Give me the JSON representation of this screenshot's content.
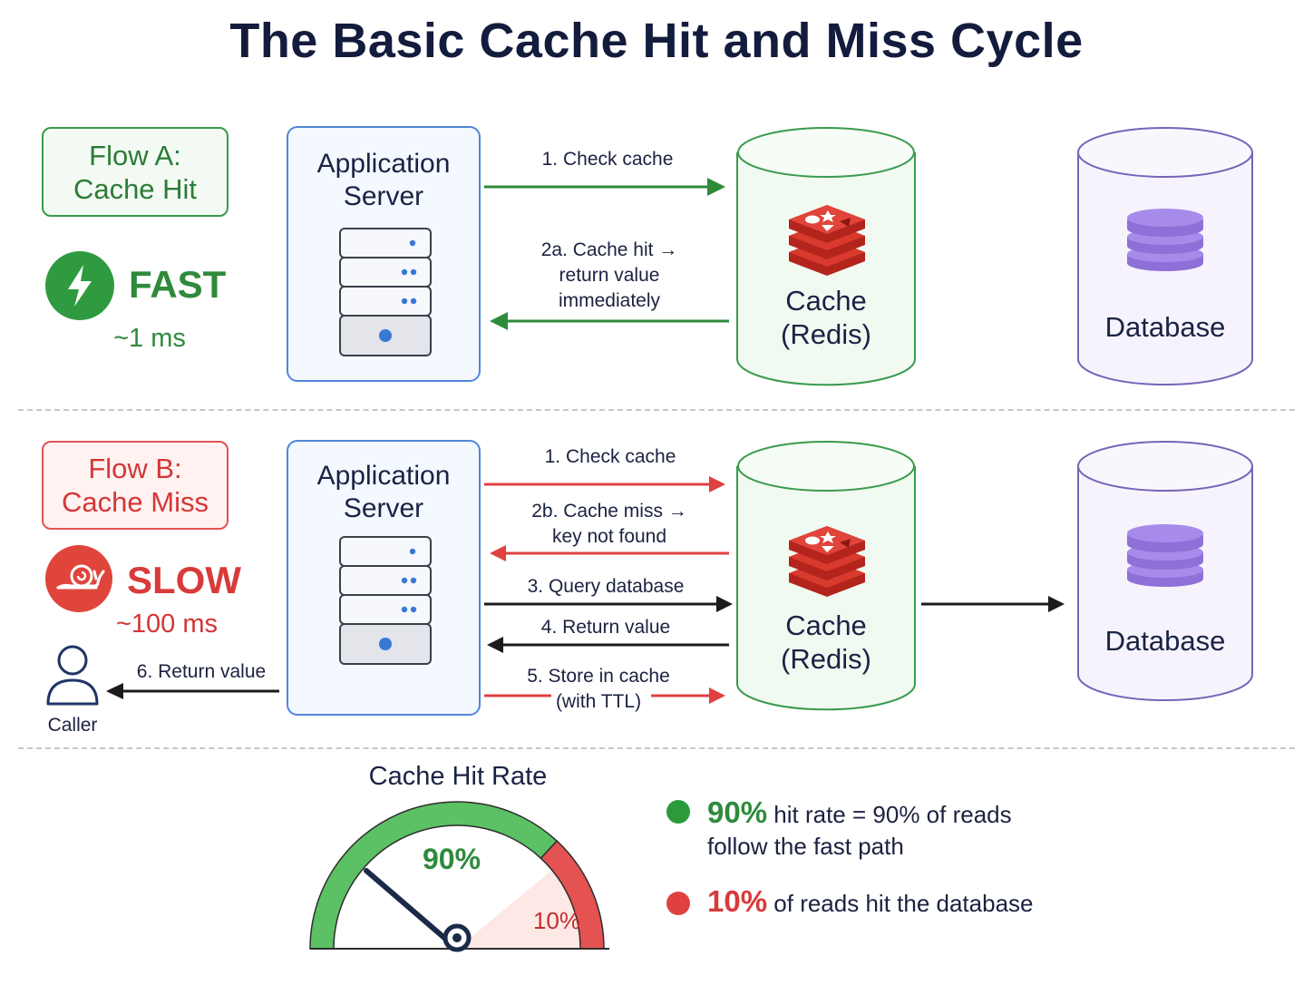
{
  "title": "The Basic Cache Hit and Miss Cycle",
  "flow_a": {
    "label_line1": "Flow A:",
    "label_line2": "Cache Hit",
    "speed": "FAST",
    "latency": "~1 ms",
    "server_line1": "Application",
    "server_line2": "Server",
    "cache_line1": "Cache",
    "cache_line2": "(Redis)",
    "database": "Database",
    "step1": "1. Check cache",
    "step2_line1": "2a. Cache hit →",
    "step2_line2": "return value",
    "step2_line3": "immediately",
    "colors": {
      "accent": "#2f8a3c",
      "arrow": "#2e8b3a"
    }
  },
  "flow_b": {
    "label_line1": "Flow B:",
    "label_line2": "Cache Miss",
    "speed": "SLOW",
    "latency": "~100 ms",
    "server_line1": "Application",
    "server_line2": "Server",
    "cache_line1": "Cache",
    "cache_line2": "(Redis)",
    "database": "Database",
    "step1": "1. Check cache",
    "step2_line1": "2b. Cache miss →",
    "step2_line2": "key not found",
    "step3": "3. Query database",
    "step4": "4. Return value",
    "step5_line1": "5. Store in cache",
    "step5_line2": "(with TTL)",
    "step6": "6. Return value",
    "caller": "Caller",
    "colors": {
      "accent": "#d93a3a",
      "arrow": "#e04040"
    }
  },
  "gauge": {
    "title": "Cache Hit Rate",
    "hit_percent": 90,
    "miss_percent": 10,
    "hit_label": "90%",
    "miss_label": "10%",
    "colors": {
      "hit": "#5cc064",
      "miss": "#e45252"
    }
  },
  "legend": {
    "hit_big": "90%",
    "hit_text_line1": " hit rate = 90% of reads",
    "hit_text_line2": "follow the fast path",
    "miss_big": "10%",
    "miss_text": " of reads hit the database"
  },
  "icons": {
    "fast": "lightning-bolt-icon",
    "slow": "snail-icon",
    "server": "server-rack-icon",
    "cache": "redis-logo-icon",
    "database": "database-stack-icon",
    "caller": "user-icon"
  }
}
